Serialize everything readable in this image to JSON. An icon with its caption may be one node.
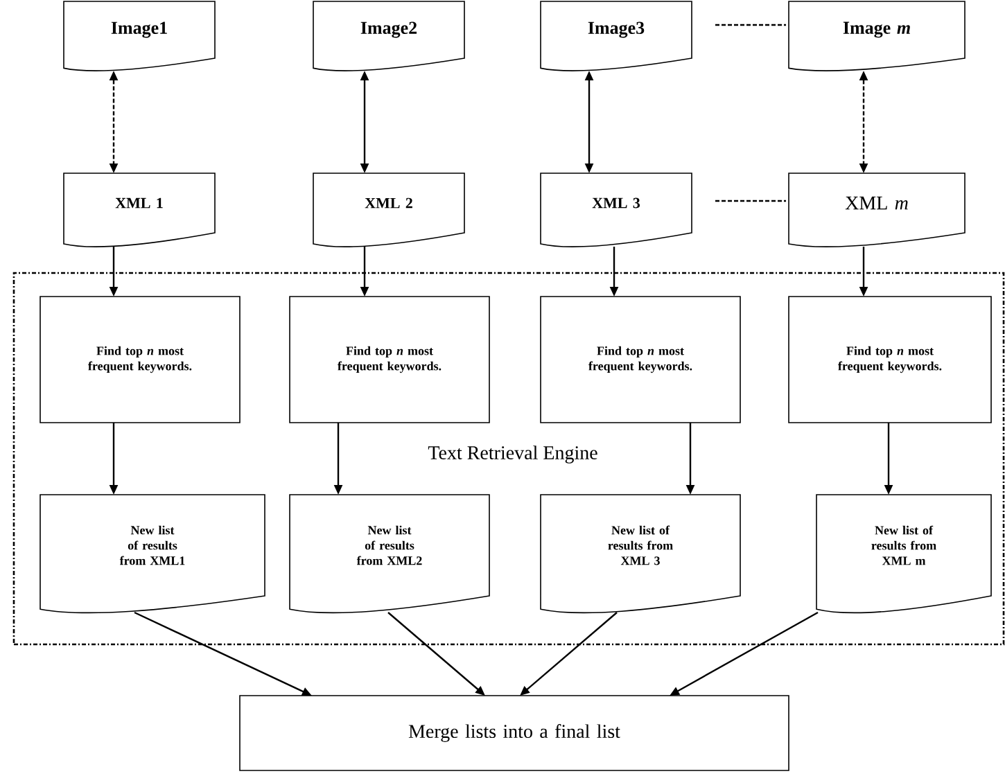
{
  "diagram": {
    "nodes": [
      {
        "text": [
          "Image1"
        ]
      },
      {
        "text": [
          "Image2"
        ]
      },
      {
        "text": [
          "Image3"
        ]
      },
      {
        "text": [
          "Image *m*"
        ]
      },
      {
        "text": [
          "XML 1"
        ]
      },
      {
        "text": [
          "XML 2"
        ]
      },
      {
        "text": [
          "XML 3"
        ]
      },
      {
        "text": [
          "XML *m*"
        ]
      },
      {
        "text": [
          "Text Retrieval Engine"
        ]
      },
      {
        "text": [
          "Find top *n* most frequent keywords."
        ],
        "in": 8
      },
      {
        "text": [
          "Find top *n* most frequent keywords."
        ],
        "in": 8
      },
      {
        "text": [
          "Find top *n* most frequent keywords."
        ],
        "in": 8
      },
      {
        "text": [
          "Find top *n* most frequent keywords."
        ],
        "in": 8
      },
      {
        "text": [
          "New list of results from XML1"
        ],
        "in": 8
      },
      {
        "text": [
          "New list of results from XML2"
        ],
        "in": 8
      },
      {
        "text": [
          "New list of results from XML 3"
        ],
        "in": 8
      },
      {
        "text": [
          "New list of results from XML m"
        ],
        "in": 8
      },
      {
        "text": [
          "Merge lists into a final list"
        ]
      }
    ],
    "edges": [
      {
        "from": 0,
        "to": 4,
        "arrow": "both",
        "style": "dashed"
      },
      {
        "from": 1,
        "to": 5,
        "arrow": "both"
      },
      {
        "from": 2,
        "to": 6,
        "arrow": "both"
      },
      {
        "from": 3,
        "to": 7,
        "arrow": "both",
        "style": "dashed"
      },
      {
        "from": 2,
        "to": 3,
        "arrow": "none",
        "style": "dashed"
      },
      {
        "from": 6,
        "to": 7,
        "arrow": "none",
        "style": "dashed"
      },
      {
        "from": 4,
        "to": 9,
        "arrow": "to"
      },
      {
        "from": 5,
        "to": 10,
        "arrow": "to"
      },
      {
        "from": 6,
        "to": 11,
        "arrow": "to"
      },
      {
        "from": 7,
        "to": 12,
        "arrow": "to"
      },
      {
        "from": 9,
        "to": 13,
        "arrow": "to"
      },
      {
        "from": 10,
        "to": 14,
        "arrow": "to"
      },
      {
        "from": 11,
        "to": 15,
        "arrow": "to"
      },
      {
        "from": 12,
        "to": 16,
        "arrow": "to"
      },
      {
        "from": 13,
        "to": 17,
        "arrow": "to"
      },
      {
        "from": 14,
        "to": 17,
        "arrow": "to"
      },
      {
        "from": 15,
        "to": 17,
        "arrow": "to"
      },
      {
        "from": 16,
        "to": 17,
        "arrow": "to"
      }
    ]
  }
}
